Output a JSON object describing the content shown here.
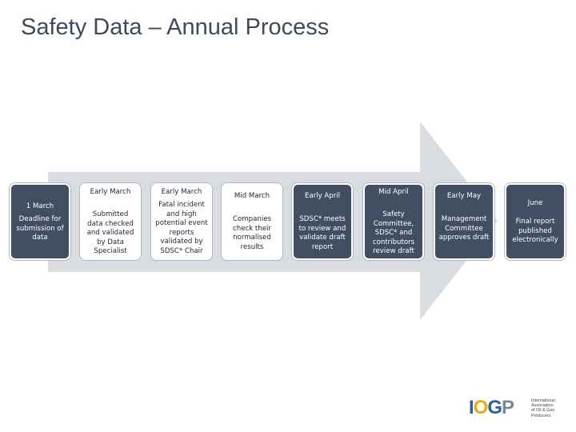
{
  "title": "Safety Data – Annual Process",
  "steps": [
    {
      "date": "1 March",
      "desc": "Deadline for submission of data",
      "style": "dark"
    },
    {
      "date": "Early March",
      "desc": "Submitted data checked and validated by Data Specialist",
      "style": "light"
    },
    {
      "date": "Early March",
      "desc": "Fatal incident and high potential event reports validated by SDSC* Chair",
      "style": "light"
    },
    {
      "date": "Mid March",
      "desc": "Companies check their normalised results",
      "style": "light"
    },
    {
      "date": "Early April",
      "desc": "SDSC* meets to review and validate draft report",
      "style": "dark"
    },
    {
      "date": "Mid April",
      "desc": "Safety Committee, SDSC* and contributors review draft",
      "style": "dark"
    },
    {
      "date": "Early May",
      "desc": "Management Committee approves draft",
      "style": "dark"
    },
    {
      "date": "June",
      "desc": "Final report published electronically",
      "style": "dark"
    }
  ],
  "logo": {
    "mark": "IOGP",
    "text_lines": [
      "International",
      "Association",
      "of Oil & Gas",
      "Producers"
    ]
  },
  "colors": {
    "dark_box": "#424f62",
    "arrow": "#d9dce1",
    "title": "#3f4a5a"
  }
}
